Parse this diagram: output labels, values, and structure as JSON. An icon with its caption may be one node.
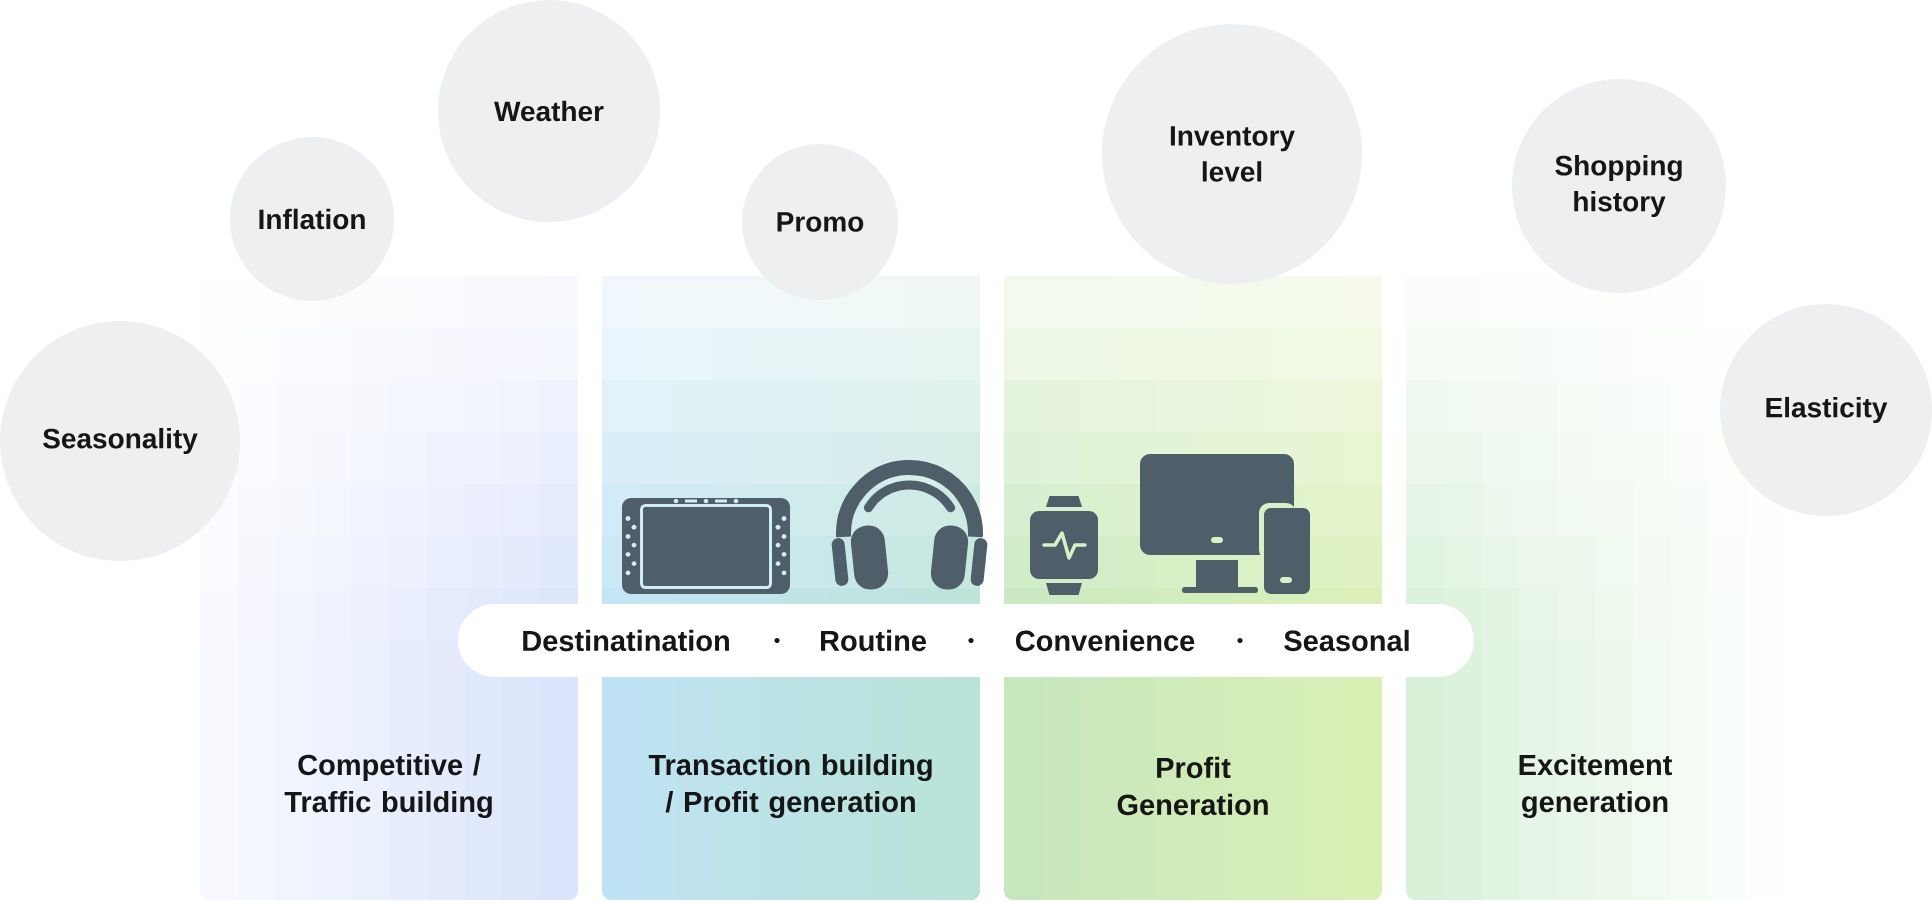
{
  "diagram": {
    "nodes": [
      {
        "text": [
          "Seasonality"
        ]
      },
      {
        "text": [
          "Inflation"
        ]
      },
      {
        "text": [
          "Weather"
        ]
      },
      {
        "text": [
          "Promo"
        ]
      },
      {
        "text": [
          "Inventory level"
        ]
      },
      {
        "text": [
          "Shopping history"
        ]
      },
      {
        "text": [
          "Elasticity"
        ]
      },
      {
        "text": [
          "Destinatination",
          "Routine",
          "Convenience",
          "Seasonal"
        ]
      },
      {
        "text": [
          "Competitive / Traffic building"
        ]
      },
      {
        "text": [
          "Transaction building / Profit generation"
        ]
      },
      {
        "text": [
          "Profit Generation"
        ]
      },
      {
        "text": [
          "Excitement generation"
        ]
      }
    ]
  }
}
